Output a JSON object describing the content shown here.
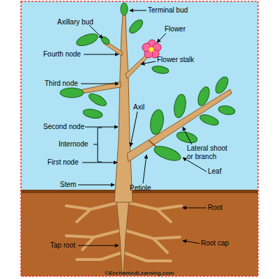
{
  "diagram": {
    "labels": [
      "Terminal bud",
      "Axillary bud",
      "Flower",
      "Fourth node",
      "Flower stalk",
      "Third node",
      "Axil",
      "Second node",
      "Internode",
      "First node",
      "Lateral shoot or branch",
      "Leaf",
      "Stem",
      "Petiole",
      "Root",
      "Tap root",
      "Root cap",
      "©EnchantedLearning.com"
    ]
  }
}
